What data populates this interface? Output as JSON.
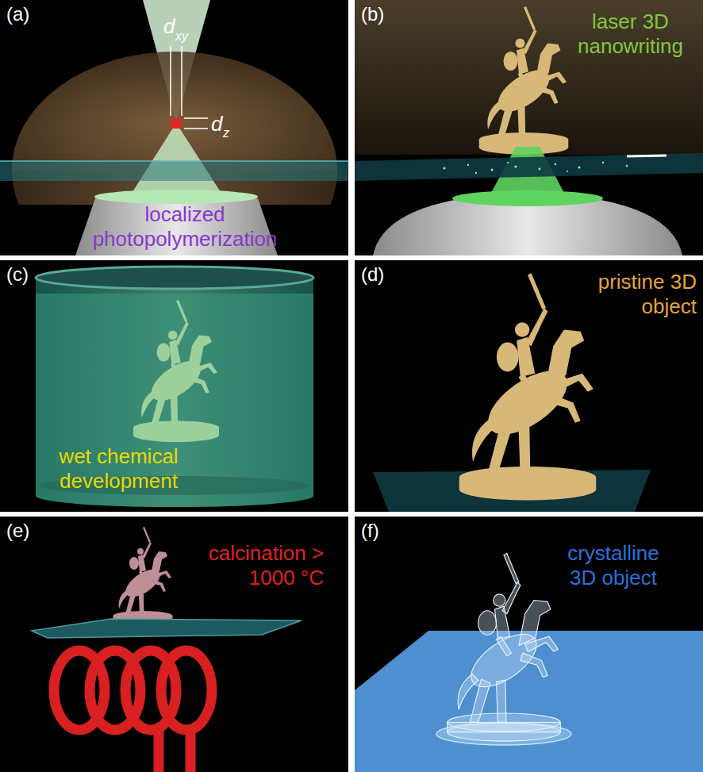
{
  "diagram": {
    "labels": [
      "(a)",
      "d",
      "xy",
      "d",
      "z",
      "localized photopolymerization",
      "(b)",
      "laser 3D nanowriting",
      "(c)",
      "wet chemical development",
      "(d)",
      "pristine 3D object",
      "(e)",
      "calcination > 1000 °C",
      "(f)",
      "crystalline 3D object"
    ]
  }
}
